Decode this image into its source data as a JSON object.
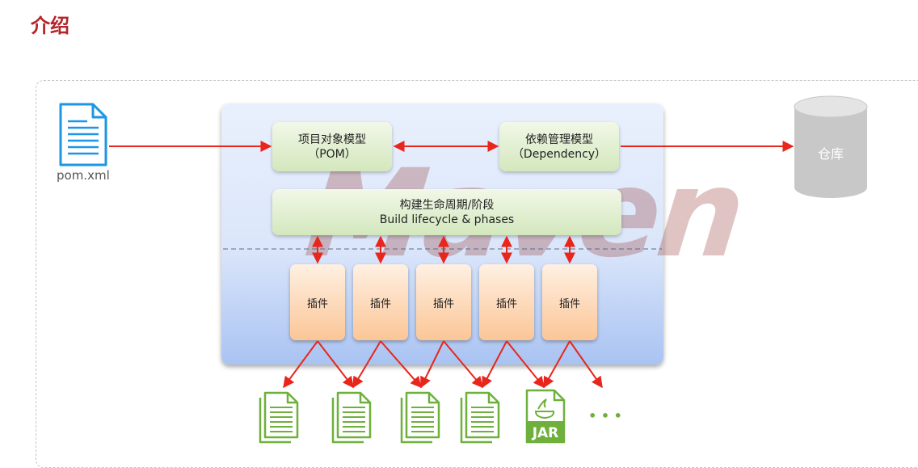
{
  "page": {
    "title": "介绍"
  },
  "pom_file": {
    "label": "pom.xml"
  },
  "project_model": {
    "line1": "项目对象模型",
    "line2": "（POM）"
  },
  "dependency_model": {
    "line1": "依赖管理模型",
    "line2": "（Dependency）"
  },
  "lifecycle": {
    "line1": "构建生命周期/阶段",
    "line2": "Build lifecycle & phases"
  },
  "plugins": [
    "插件",
    "插件",
    "插件",
    "插件",
    "插件"
  ],
  "repository": {
    "label": "仓库"
  },
  "watermark": "Maven",
  "jar_badge": "JAR",
  "outputs": {
    "more": "• • •"
  },
  "colors": {
    "title": "#b4252a",
    "arrow": "#e8261c",
    "file_icon_blue": "#1e96e6",
    "file_icon_green": "#6fb03c",
    "repository": "#c8c8c8"
  }
}
